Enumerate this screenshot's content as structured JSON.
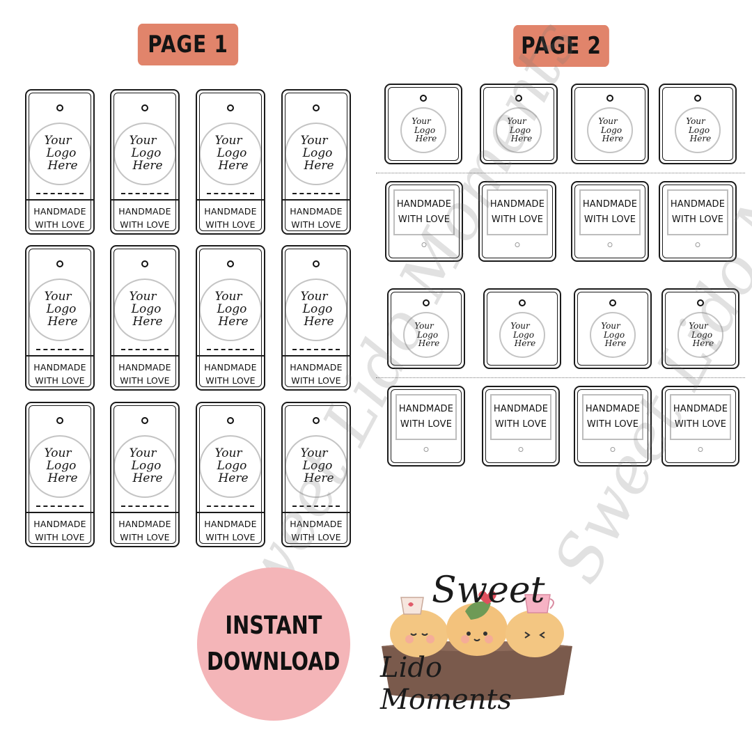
{
  "page1_label": "PAGE 1",
  "page2_label": "PAGE 2",
  "logo_lines": [
    "Your",
    "Logo",
    "Here"
  ],
  "hm_lines": [
    "HANDMADE",
    "WITH LOVE"
  ],
  "badge_lines": [
    "INSTANT",
    "DOWNLOAD"
  ],
  "brand": {
    "line1": "Sweet",
    "line2": "Lido Moments"
  },
  "watermark": "Sweet Lido Moments",
  "colors": {
    "pill": "#e1846b",
    "badge": "#f4b5b8",
    "basket": "#7a5a4c"
  }
}
